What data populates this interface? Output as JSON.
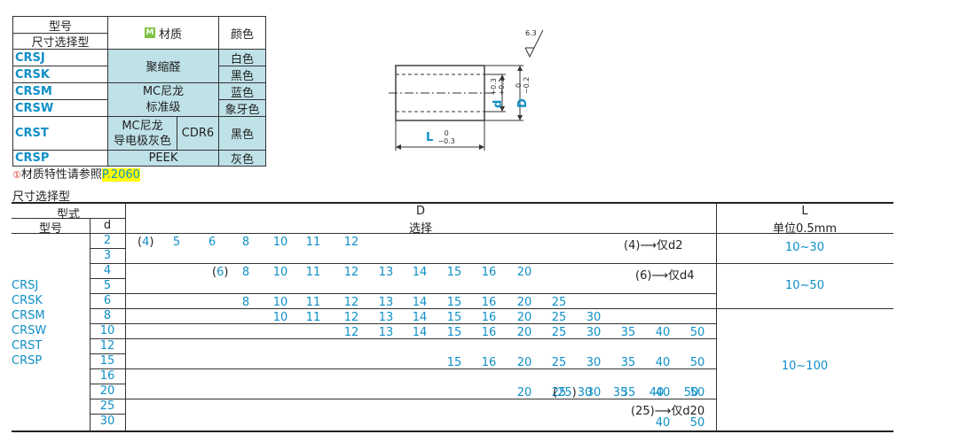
{
  "material_table": {
    "header_model_line1": "型号",
    "header_model_line2": "尺寸选择型",
    "header_material_icon": "M",
    "header_material": "材质",
    "header_color": "颜色",
    "models": [
      "CRSJ",
      "CRSK",
      "CRSM",
      "CRSW",
      "CRST",
      "CRSP"
    ],
    "materials": {
      "jk": "聚缩醛",
      "mw_line1": "MC尼龙",
      "mw_line2": "标准级",
      "t_line1": "MC尼龙",
      "t_line2": "导电极灰色",
      "t_code": "CDR6",
      "p": "PEEK"
    },
    "colors": [
      "白色",
      "黑色",
      "蓝色",
      "象牙色",
      "黑色",
      "灰色"
    ]
  },
  "material_note": {
    "icon": "①",
    "text": "材质特性请参照",
    "link": "P.2060",
    "highlight": "#ffff00"
  },
  "drawing": {
    "roughness": "6.3",
    "d_label": "d",
    "d_tol_upper": "+0.3",
    "d_tol_lower": "+0.1",
    "D_label": "D",
    "D_tol_upper": "0",
    "D_tol_lower": "−0.2",
    "L_label": "L",
    "L_tol_upper": "0",
    "L_tol_lower": "−0.3"
  },
  "size_section_title": "尺寸选择型",
  "size_table": {
    "h_type": "型式",
    "h_model": "型号",
    "h_d": "d",
    "h_D": "D",
    "h_select": "选择",
    "h_L": "L",
    "h_unit": "单位0.5mm",
    "models": [
      "CRSJ",
      "CRSK",
      "CRSM",
      "CRSW",
      "CRST",
      "CRSP"
    ],
    "d_values": [
      "2",
      "3",
      "4",
      "5",
      "6",
      "8",
      "10",
      "12",
      "15",
      "16",
      "20",
      "25",
      "30"
    ],
    "L_ranges": [
      "10~30",
      "10~50",
      "10~100"
    ],
    "rows": [
      {
        "paren": "(4)",
        "nums": [
          "5",
          "6",
          "8",
          "10",
          "11",
          "12"
        ],
        "note": "(4)⟶仅d2"
      },
      {
        "paren": "(6)",
        "nums": [
          "8",
          "10",
          "11",
          "12",
          "13",
          "14",
          "15",
          "16",
          "20"
        ],
        "note": "(6)⟶仅d4"
      },
      {
        "nums": [
          "8",
          "10",
          "11",
          "12",
          "13",
          "14",
          "15",
          "16",
          "20",
          "25"
        ]
      },
      {
        "nums": [
          "10",
          "11",
          "12",
          "13",
          "14",
          "15",
          "16",
          "20",
          "25",
          "30"
        ]
      },
      {
        "nums": [
          "12",
          "13",
          "14",
          "15",
          "16",
          "20",
          "25",
          "30",
          "35",
          "40",
          "50"
        ]
      },
      {
        "nums": [
          "15",
          "16",
          "20",
          "25",
          "30",
          "35",
          "40",
          "50"
        ]
      },
      {
        "nums": [
          "20",
          "25",
          "30",
          "35",
          "40",
          "50"
        ]
      },
      {
        "paren": "(25)",
        "nums": [
          "30",
          "35",
          "40",
          "50"
        ]
      },
      {
        "note": "(25)⟶仅d20"
      },
      {
        "nums": [
          "40",
          "50"
        ]
      }
    ]
  },
  "colors": {
    "accent": "#0f8fc6",
    "teal": "#bfe1e8",
    "highlight": "#ffff00"
  }
}
